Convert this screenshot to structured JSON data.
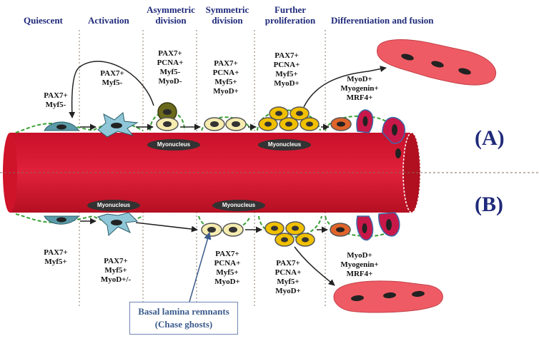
{
  "headers": {
    "quiescent": "Quiescent",
    "activation": "Activation",
    "asymmetric": [
      "Asymmetric",
      "division"
    ],
    "symmetric": [
      "Symmetric",
      "division"
    ],
    "further": [
      "Further",
      "proliferation"
    ],
    "differentiation": "Differentiation and fusion"
  },
  "panel_a": {
    "label": "(A)",
    "quiescent_markers": [
      "PAX7+",
      "Myf5-"
    ],
    "activation_markers": [
      "PAX7+",
      "Myf5-"
    ],
    "asymmetric_markers": [
      "PAX7+",
      "PCNA+",
      "Myf5-",
      "MyoD-"
    ],
    "symmetric_markers": [
      "PAX7+",
      "PCNA+",
      "Myf5+",
      "MyoD+"
    ],
    "further_markers": [
      "PAX7+",
      "PCNA+",
      "Myf5+",
      "MyoD+"
    ],
    "differentiation_markers": [
      "MyoD+",
      "Myogenin+",
      "MRF4+"
    ],
    "myonucleus_labels": [
      "Myonucleus",
      "Myonucleus"
    ]
  },
  "panel_b": {
    "label": "(B)",
    "quiescent_markers": [
      "PAX7+",
      "Myf5+"
    ],
    "activation_markers": [
      "PAX7+",
      "Myf5+",
      "MyoD+/-"
    ],
    "symmetric_markers": [
      "PAX7+",
      "PCNA+",
      "Myf5+",
      "MyoD+"
    ],
    "further_markers": [
      "PAX7+",
      "PCNA+",
      "Myf5+",
      "MyoD+"
    ],
    "differentiation_markers": [
      "MyoD+",
      "Myogenin+",
      "MRF4+"
    ],
    "myonucleus_labels": [
      "Myonucleus",
      "Myonucleus"
    ]
  },
  "callout": {
    "line1": "Basal lamina remnants",
    "line2": "(Chase ghosts)"
  },
  "colors": {
    "fiber": "#d9172f",
    "fiber_dark": "#b0101f",
    "basal_lamina": "#3aa035",
    "satellite_quiescent": "#5b9aa8",
    "satellite_activated": "#8fc7d8",
    "pale_cell": "#f6ecb0",
    "dark_cell": "#6b6a1c",
    "proliferating_cell": "#f0c000",
    "differentiating_cell": "#e0642a",
    "myotube": "#ef5b64",
    "header_text": "#1f2a7a"
  }
}
